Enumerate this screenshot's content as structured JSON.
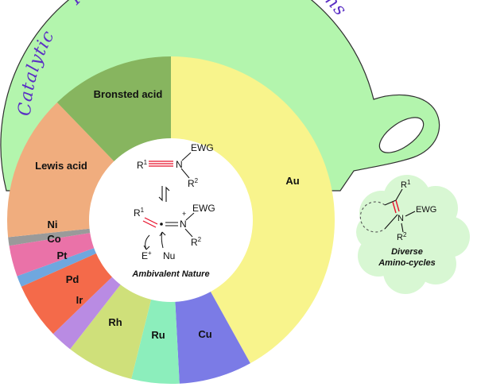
{
  "colors": {
    "band": "#b3f5ad",
    "band_edge": "#2f2f2f",
    "title": "#5a2fc4",
    "alkyne": "#e8102a",
    "cloud": "#d8f7d3"
  },
  "title": {
    "left": "Catalytic",
    "center": "Intermolecular",
    "right": "Annulations"
  },
  "segments": [
    {
      "key": "au",
      "label": "Au",
      "color": "#f8f48c"
    },
    {
      "key": "cu",
      "label": "Cu",
      "color": "#7b7be6"
    },
    {
      "key": "ru",
      "label": "Ru",
      "color": "#8ceebc"
    },
    {
      "key": "rh",
      "label": "Rh",
      "color": "#cfe07a"
    },
    {
      "key": "ir",
      "label": "Ir",
      "color": "#b98be3"
    },
    {
      "key": "pd",
      "label": "Pd",
      "color": "#f46a4a"
    },
    {
      "key": "pt",
      "label": "Pt",
      "color": "#6fa7df"
    },
    {
      "key": "co",
      "label": "Co",
      "color": "#ea72a8"
    },
    {
      "key": "ni",
      "label": "Ni",
      "color": "#9a9a9a"
    },
    {
      "key": "lewis",
      "label": "Lewis acid",
      "color": "#f0ad7e"
    },
    {
      "key": "bronsted",
      "label": "Bronsted acid",
      "color": "#87b55f"
    }
  ],
  "center": {
    "r1": "R",
    "sup1": "1",
    "ewg": "EWG",
    "n": "N",
    "r2": "R",
    "sup2": "2",
    "plus": "+",
    "e": "E",
    "e_sup": "+",
    "nu": "Nu",
    "caption": "Ambivalent Nature"
  },
  "cloud": {
    "r1": "R",
    "sup1": "1",
    "n": "N",
    "ewg": "EWG",
    "r2": "R",
    "sup2": "2",
    "line1": "Diverse",
    "line2": "Amino-cycles"
  }
}
